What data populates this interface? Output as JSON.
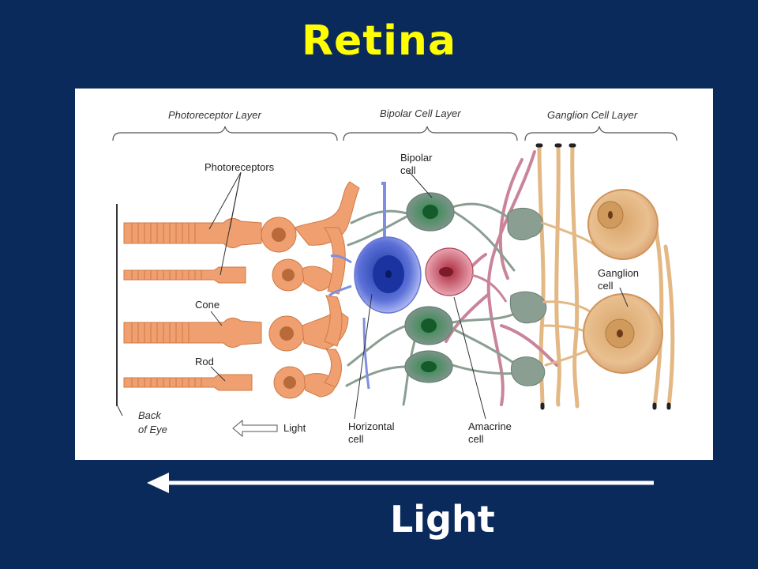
{
  "title": "Retina",
  "bottom_label": "Light",
  "layers": [
    "Photoreceptor Layer",
    "Bipolar Cell Layer",
    "Ganglion Cell Layer"
  ],
  "labels": {
    "photoreceptors": "Photoreceptors",
    "cone": "Cone",
    "rod": "Rod",
    "back_of_eye_1": "Back",
    "back_of_eye_2": "of Eye",
    "light_small": "Light",
    "bipolar_1": "Bipolar",
    "bipolar_2": "cell",
    "horizontal_1": "Horizontal",
    "horizontal_2": "cell",
    "amacrine_1": "Amacrine",
    "amacrine_2": "cell",
    "ganglion_1": "Ganglion",
    "ganglion_2": "cell"
  },
  "colors": {
    "background": "#0b2a5c",
    "title": "#ffff00",
    "photoreceptor": "#f0a070",
    "bipolar": "#8a9e92",
    "horizontal": "#7f8fe0",
    "amacrine": "#d86a7a",
    "ganglion": "#e3b884",
    "axon": "#c9849a"
  }
}
